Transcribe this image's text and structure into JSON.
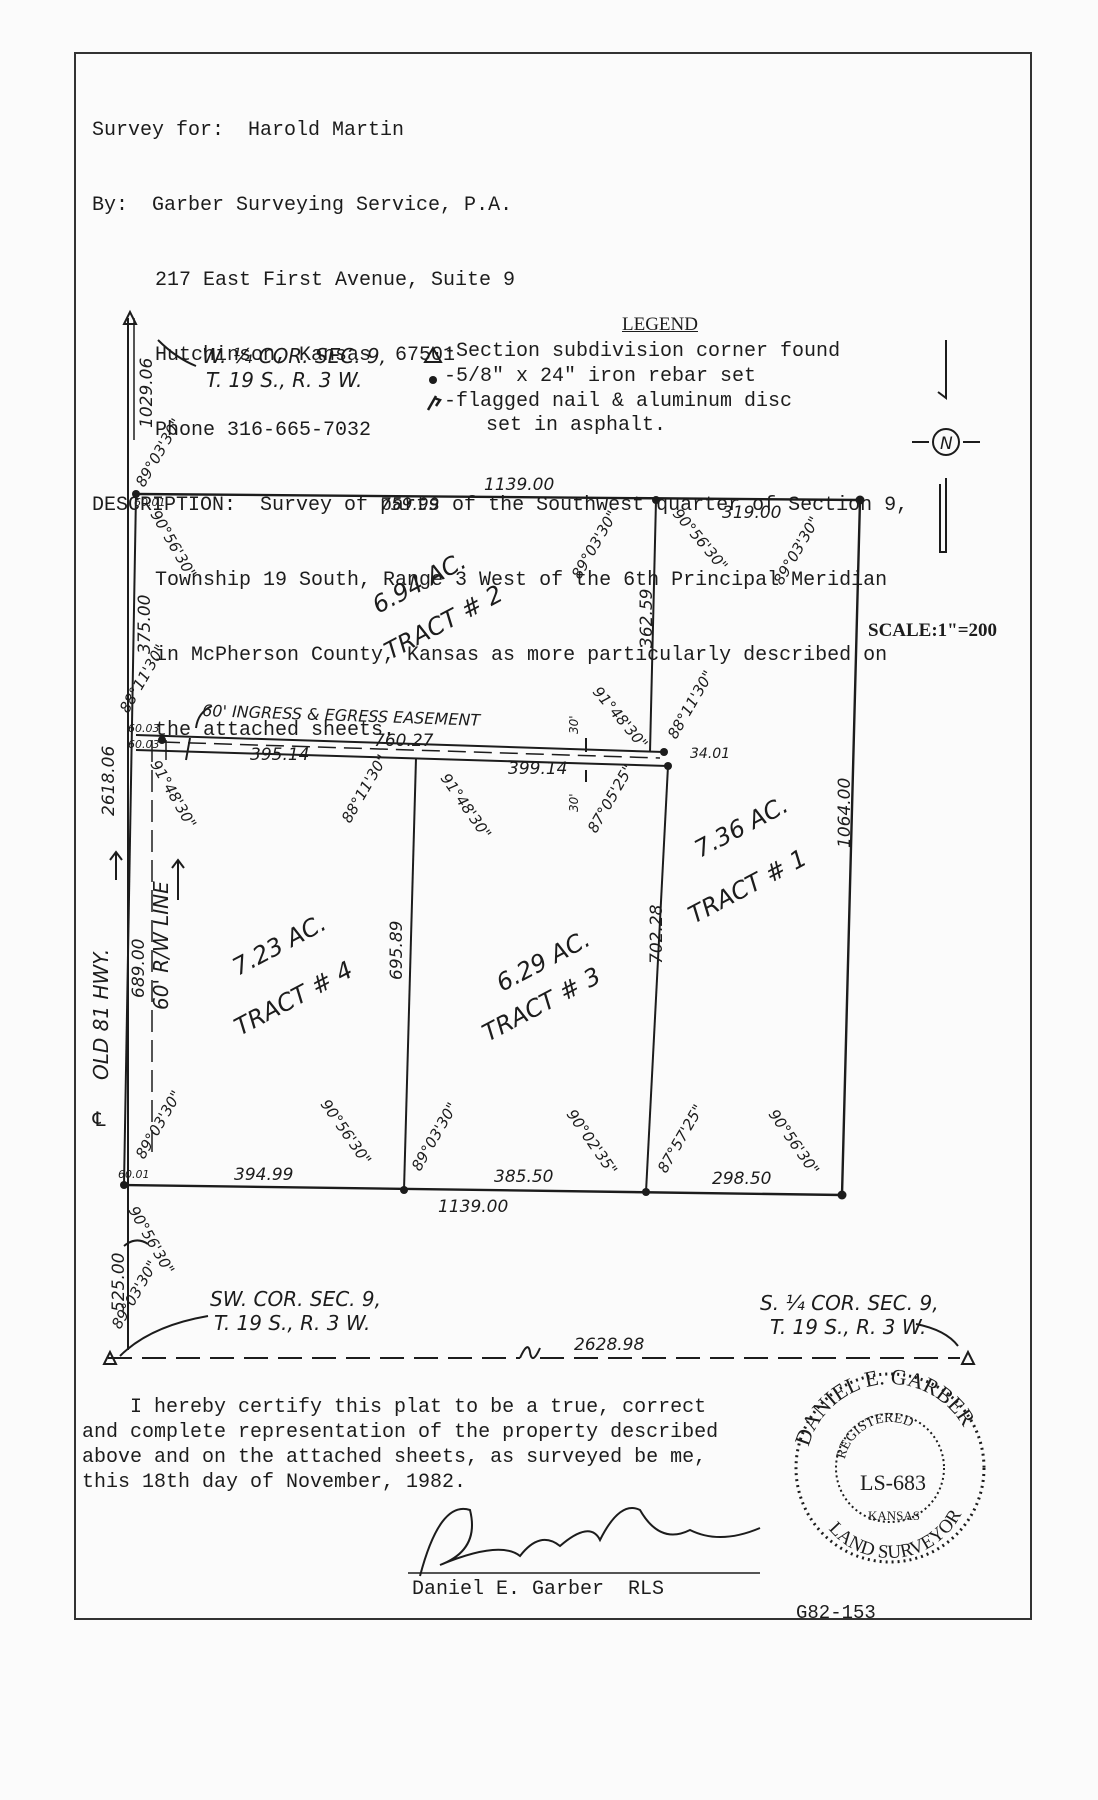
{
  "header": {
    "survey_for": "Survey for:  Harold Martin",
    "by_line": "By:  Garber Surveying Service, P.A.",
    "address1": "217 East First Avenue, Suite 9",
    "address2": "Hutchinson, Kansas  67501",
    "phone": "Phone 316-665-7032",
    "desc1": "DESCRIPTION:  Survey of parts of the Southwest quarter of Section 9,",
    "desc2": "Township 19 South, Range 3 West of the 6th Principal Meridian",
    "desc3": "in McPherson County, Kansas as more particularly described on",
    "desc4": "the attached sheets."
  },
  "legend": {
    "title": "LEGEND",
    "item1": "-Section subdivision corner found",
    "item2": "-5/8\" x 24\" iron rebar set",
    "item3": "-flagged nail & aluminum disc",
    "item3b": "set in asphalt."
  },
  "scale": "SCALE:1\"=200",
  "north": "N",
  "corners": {
    "w_quarter_1": "W. ¼ COR. SEC. 9,",
    "w_quarter_2": "T. 19 S., R. 3 W.",
    "sw_1": "SW. COR. SEC. 9,",
    "sw_2": "T. 19 S., R. 3 W.",
    "s_quarter_1": "S. ¼ COR. SEC. 9,",
    "s_quarter_2": "T. 19 S., R. 3 W."
  },
  "tracts": {
    "t2_area": "6.94 AC.",
    "t2_name": "TRACT # 2",
    "t1_area": "7.36 AC.",
    "t1_name": "TRACT # 1",
    "t4_area": "7.23 AC.",
    "t4_name": "TRACT # 4",
    "t3_area": "6.29 AC.",
    "t3_name": "TRACT # 3"
  },
  "easement": "60' INGRESS & EGRESS EASEMENT",
  "road": {
    "hwy": "OLD 81 HWY.",
    "row": "60' R/W LINE",
    "cl": "℄"
  },
  "dims": {
    "d1029": "1029.06",
    "d1139top": "1139.00",
    "d75999": "759.99",
    "d319": "319.00",
    "d36259": "362.59",
    "d375": "375.00",
    "d261806": "2618.06",
    "d6001a": "60.01",
    "d6003a": "60.03",
    "d6003b": "60.03",
    "d39514": "395.14",
    "d76027": "760.27",
    "d39914": "399.14",
    "d3401": "34.01",
    "d30a": "30'",
    "d30b": "30'",
    "d106400": "1064.00",
    "d69589": "695.89",
    "d70228": "702.28",
    "d68900": "689.00",
    "d6001b": "60.01",
    "d39499": "394.99",
    "d38550": "385.50",
    "d29850": "298.50",
    "d1139bot": "1139.00",
    "d525": "525.00",
    "d262898": "2628.98"
  },
  "angles": {
    "a1": "89°03'30\"",
    "a2": "90°56'30\"",
    "a3": "89°03'30\"",
    "a4": "90°56'30\"",
    "a5": "89°03'30\"",
    "a6": "88°11'30\"",
    "a7": "91°48'30\"",
    "a8": "88°11'30\"",
    "a9": "91°48'30\"",
    "a10": "88°11'30\"",
    "a11": "91°48'30\"",
    "a12": "87°05'25\"",
    "a13": "89°03'30\"",
    "a14": "90°56'30\"",
    "a15": "89°03'30\"",
    "a16": "90°02'35\"",
    "a17": "87°57'25\"",
    "a18": "90°56'30\"",
    "a19": "90°56'30\"",
    "a20": "89°03'30\""
  },
  "certificate": {
    "line1": "    I hereby certify this plat to be a true, correct",
    "line2": "and complete representation of the property described",
    "line3": "above and on the attached sheets, as surveyed be me,",
    "line4": "this 18th day of November, 1982.",
    "signer": "Daniel E. Garber  RLS"
  },
  "seal": {
    "top": "DANIEL E. GARBER",
    "registered": "REGISTERED",
    "number": "LS-683",
    "state": "KANSAS",
    "bottom": "LAND SURVEYOR"
  },
  "doc_id": "G82-153"
}
